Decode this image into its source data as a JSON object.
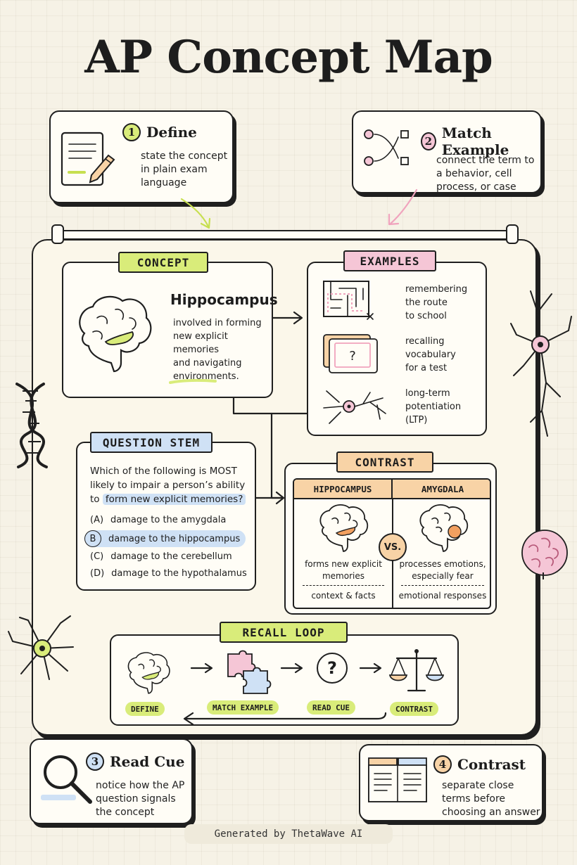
{
  "title": "AP Concept Map",
  "colors": {
    "green": "#d9ec7a",
    "pink": "#f5c6d6",
    "blue": "#cfe1f5",
    "orange": "#f8d3a6",
    "ink": "#1f1f1f",
    "paper": "#fffdf6"
  },
  "steps": [
    {
      "number": "1",
      "title": "Define",
      "description": [
        "state the concept",
        "in plain exam",
        "language"
      ],
      "icon": "notepad-pencil-icon"
    },
    {
      "number": "2",
      "title": "Match Example",
      "description": [
        "connect the term to",
        "a behavior, cell",
        "process, or case"
      ],
      "icon": "matching-lines-icon"
    },
    {
      "number": "3",
      "title": "Read Cue",
      "description": [
        "notice how the AP",
        "question signals",
        "the concept"
      ],
      "icon": "magnifier-icon"
    },
    {
      "number": "4",
      "title": "Contrast",
      "description": [
        "separate close",
        "terms before",
        "choosing an answer"
      ],
      "icon": "open-book-icon"
    }
  ],
  "concept": {
    "label": "CONCEPT",
    "term": "Hippocampus",
    "definition": [
      "involved in forming",
      "new explicit memories",
      "and navigating",
      "environments."
    ]
  },
  "examples": {
    "label": "EXAMPLES",
    "items": [
      {
        "text": [
          "remembering",
          "the route",
          "to school"
        ],
        "icon": "maze-icon"
      },
      {
        "text": [
          "recalling",
          "vocabulary",
          "for a test"
        ],
        "icon": "flashcards-icon"
      },
      {
        "text": [
          "long-term",
          "potentiation",
          "(LTP)"
        ],
        "icon": "neuron-icon"
      }
    ]
  },
  "question": {
    "label": "QUESTION STEM",
    "stem_lines": [
      "Which of the following is MOST",
      "likely to impair a person’s ability"
    ],
    "stem_prefix": "to",
    "stem_highlight": "form new explicit memories?",
    "options": [
      {
        "letter": "(A)",
        "text": "damage to the amygdala",
        "selected": false
      },
      {
        "letter": "B",
        "text": "damage to the hippocampus",
        "selected": true
      },
      {
        "letter": "(C)",
        "text": "damage to the cerebellum",
        "selected": false
      },
      {
        "letter": "(D)",
        "text": "damage to the hypothalamus",
        "selected": false
      }
    ]
  },
  "contrast": {
    "label": "CONTRAST",
    "vs": "VS.",
    "left": {
      "header": "HIPPOCAMPUS",
      "desc": [
        "forms new explicit",
        "memories"
      ],
      "footer": "context & facts"
    },
    "right": {
      "header": "AMYGDALA",
      "desc": [
        "processes emotions,",
        "especially fear"
      ],
      "footer": "emotional responses"
    }
  },
  "recall_loop": {
    "label": "RECALL LOOP",
    "steps": [
      {
        "label": "DEFINE",
        "icon": "brain-icon"
      },
      {
        "label": "MATCH EXAMPLE",
        "icon": "puzzle-icon"
      },
      {
        "label": "READ CUE",
        "icon": "question-circle-icon"
      },
      {
        "label": "CONTRAST",
        "icon": "scale-icon"
      }
    ],
    "question_mark": "?"
  },
  "footer": "Generated by ThetaWave AI"
}
